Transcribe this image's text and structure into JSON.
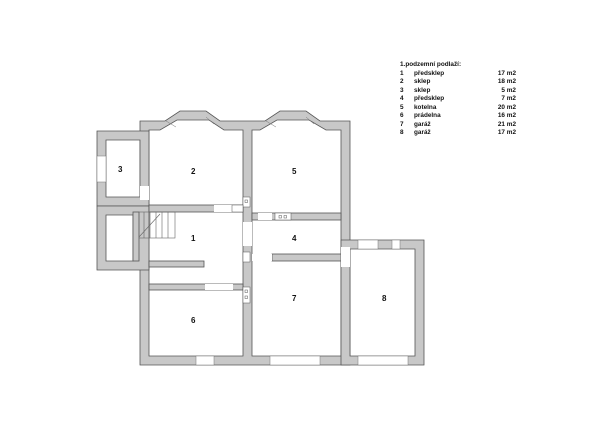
{
  "legend": {
    "title": "1.podzemní podlaží:",
    "rooms": [
      {
        "num": "1",
        "name": "předsklep",
        "area": "17 m2"
      },
      {
        "num": "2",
        "name": "sklep",
        "area": "18 m2"
      },
      {
        "num": "3",
        "name": "sklep",
        "area": "5 m2"
      },
      {
        "num": "4",
        "name": "předsklep",
        "area": "7 m2"
      },
      {
        "num": "5",
        "name": "kotelna",
        "area": "20 m2"
      },
      {
        "num": "6",
        "name": "prádelna",
        "area": "16 m2"
      },
      {
        "num": "7",
        "name": "garáž",
        "area": "21 m2"
      },
      {
        "num": "8",
        "name": "garáž",
        "area": "17 m2"
      }
    ]
  },
  "labels": {
    "r1": "1",
    "r2": "2",
    "r3": "3",
    "r4": "4",
    "r5": "5",
    "r6": "6",
    "r7": "7",
    "r8": "8"
  },
  "colors": {
    "wall": "#c8c8c8",
    "outline": "#555555",
    "background": "#ffffff"
  }
}
